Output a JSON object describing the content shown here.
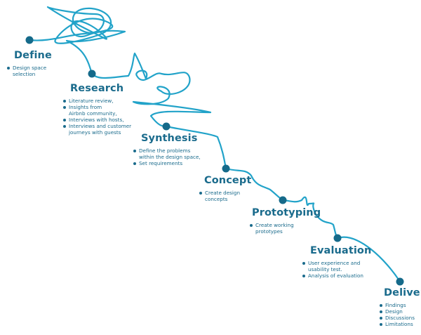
{
  "stages": [
    {
      "title": "Define",
      "items": [
        "Design space selection"
      ]
    },
    {
      "title": "Research",
      "items": [
        "Literature review,",
        "Insights from Airbnb community,",
        "Interviews with hosts,",
        "Interviews and customer journeys with guests"
      ]
    },
    {
      "title": "Synthesis",
      "items": [
        "Define the problems within the design space,",
        "Set requirements"
      ]
    },
    {
      "title": "Concept",
      "items": [
        "Create design concepts"
      ]
    },
    {
      "title": "Prototyping",
      "items": [
        "Create working prototypes"
      ]
    },
    {
      "title": "Evaluation",
      "items": [
        "User experience and usability test.",
        "Analysis of evaluation"
      ]
    },
    {
      "title": "Deliver",
      "items": [
        "Findings",
        "Design",
        "Discussions",
        "Limitations"
      ]
    }
  ],
  "colors": {
    "line": "#22a3c9",
    "node": "#156a8a",
    "text": "#1a6b8c"
  }
}
